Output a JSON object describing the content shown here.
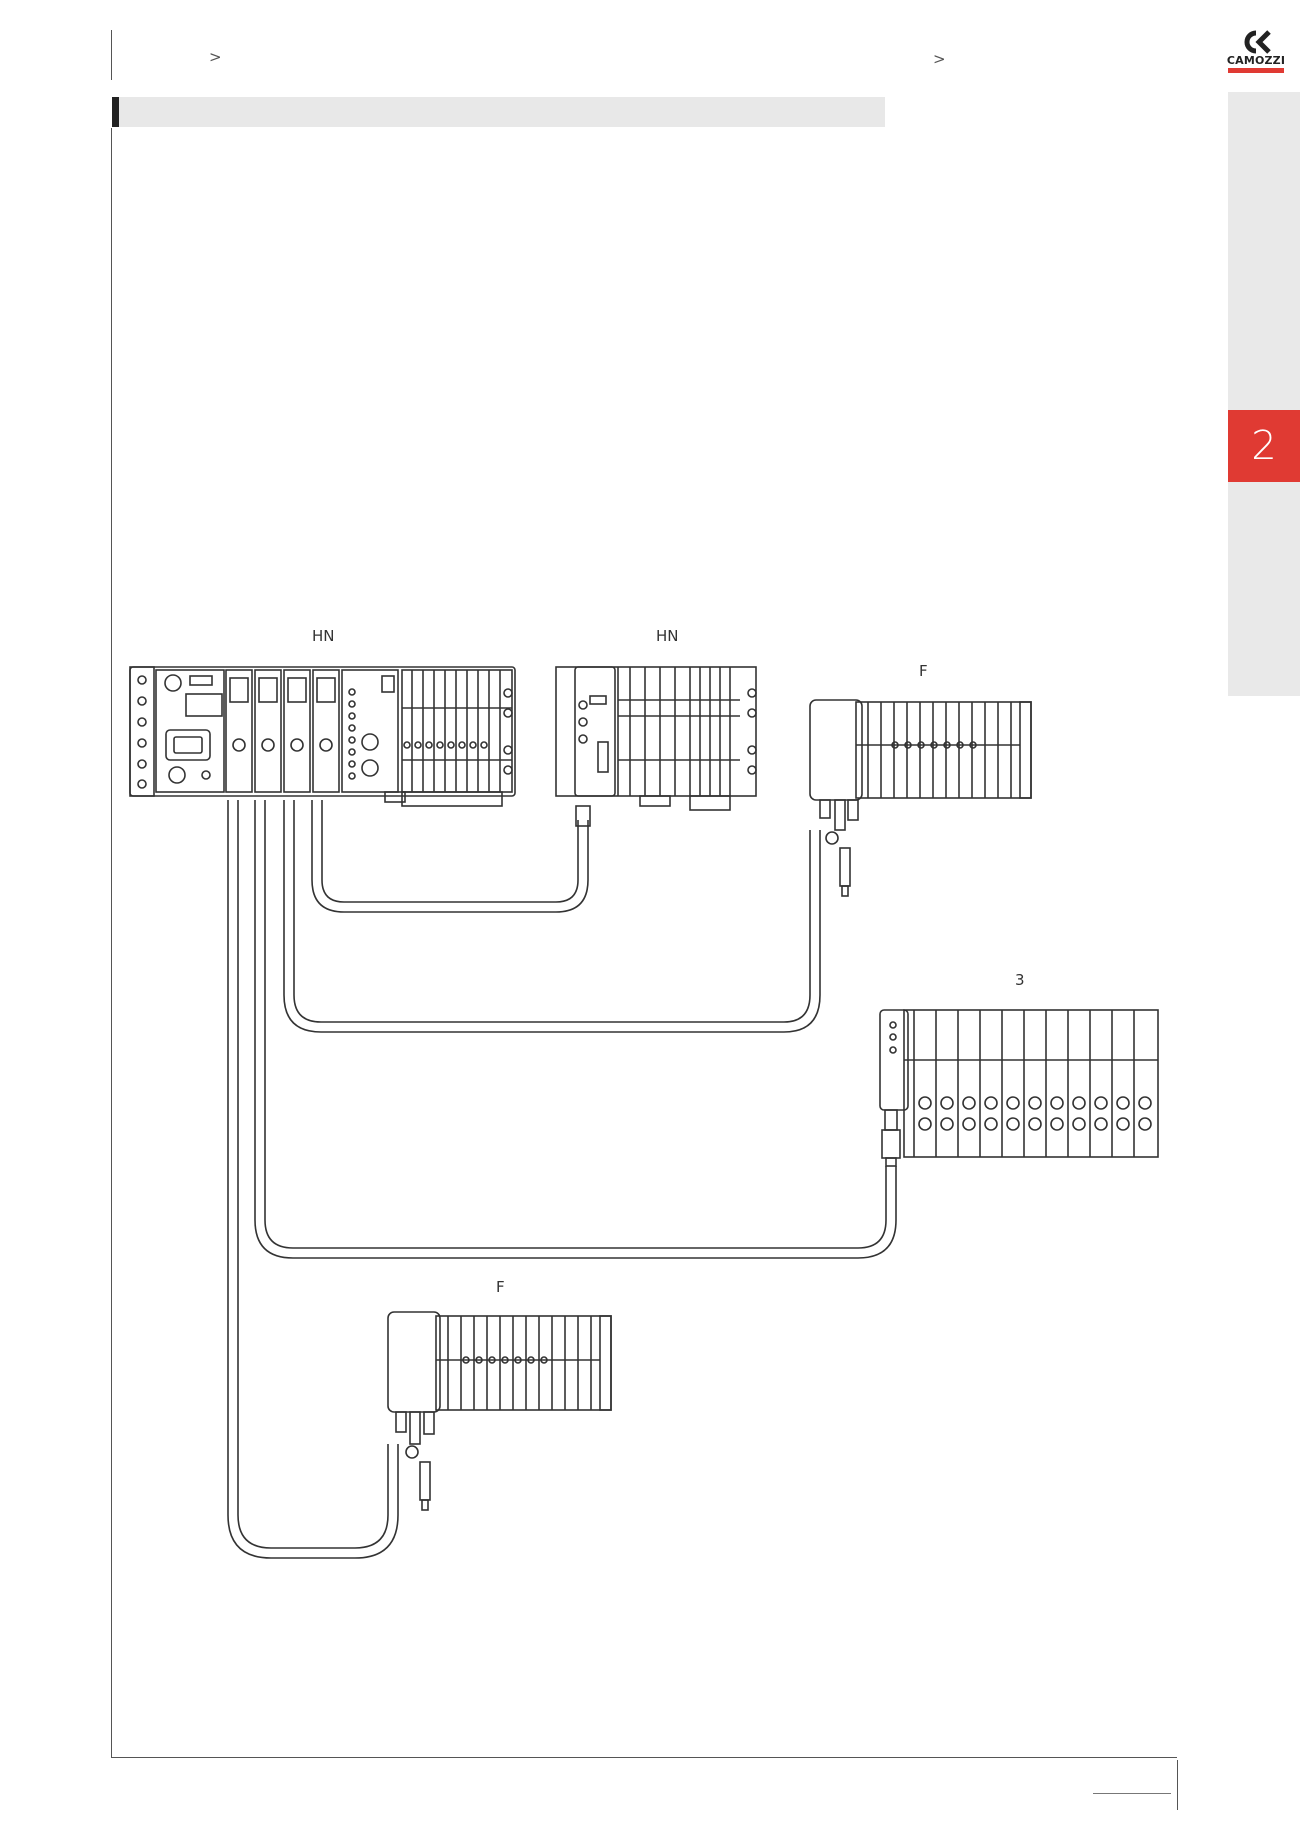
{
  "header": {
    "breadcrumb_left_arrow": ">",
    "breadcrumb_right_arrow": ">"
  },
  "brand": {
    "logo_text": "CAMOZZI",
    "accent_color": "#e03a33"
  },
  "side_tab": {
    "active_label": "2"
  },
  "diagram_labels": {
    "manifold_1": "HN",
    "manifold_2": "HN",
    "island_f_top": "F",
    "island_3": "3",
    "island_f_bottom": "F"
  }
}
